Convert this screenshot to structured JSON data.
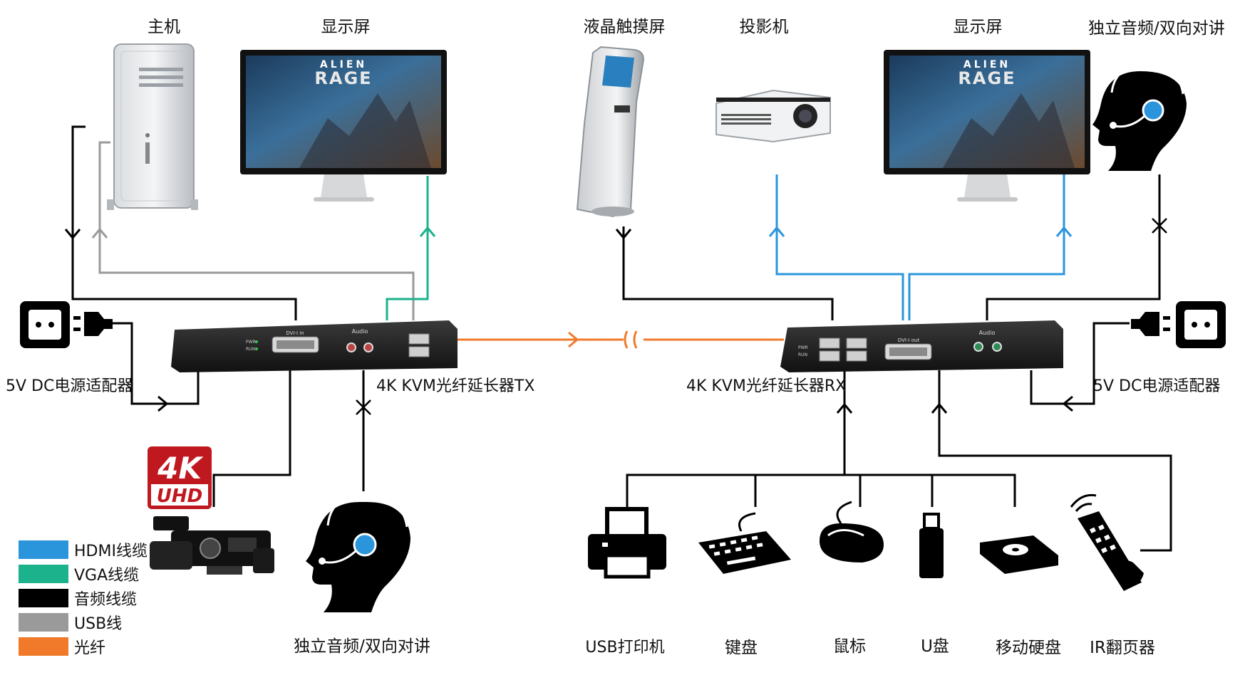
{
  "devices_top": {
    "host": "主机",
    "monitor_tx": "显示屏",
    "touch_screen": "液晶触摸屏",
    "projector": "投影机",
    "monitor_rx": "显示屏",
    "headset_rx": "独立音频/双向对讲"
  },
  "extender": {
    "tx_label": "4K KVM光纤延长器TX",
    "rx_label": "4K KVM光纤延长器RX",
    "tx_port_dvi": "DVI-I in",
    "rx_port_dvi": "DVI-I out",
    "port_audio": "Audio",
    "port_in": "in",
    "port_out": "out",
    "led_pwr": "PWR",
    "led_run": "RUN"
  },
  "power": {
    "left": "5V DC电源适配器",
    "right": "5V DC电源适配器"
  },
  "devices_bottom": {
    "headset_tx": "独立音频/双向对讲",
    "printer": "USB打印机",
    "keyboard": "键盘",
    "mouse": "鼠标",
    "udisk": "U盘",
    "hdd": "移动硬盘",
    "ir": "IR翻页器"
  },
  "badge": {
    "top": "4K",
    "bottom": "UHD"
  },
  "screen_art": {
    "line1": "ALIEN",
    "line2": "RAGE"
  },
  "legend": [
    {
      "label": "HDMI线缆",
      "color": "#2b95dc"
    },
    {
      "label": "VGA线缆",
      "color": "#1bb28c"
    },
    {
      "label": "音频线缆",
      "color": "#000000"
    },
    {
      "label": "USB线",
      "color": "#9a9a9a"
    },
    {
      "label": "光纤",
      "color": "#f07a2a"
    }
  ]
}
